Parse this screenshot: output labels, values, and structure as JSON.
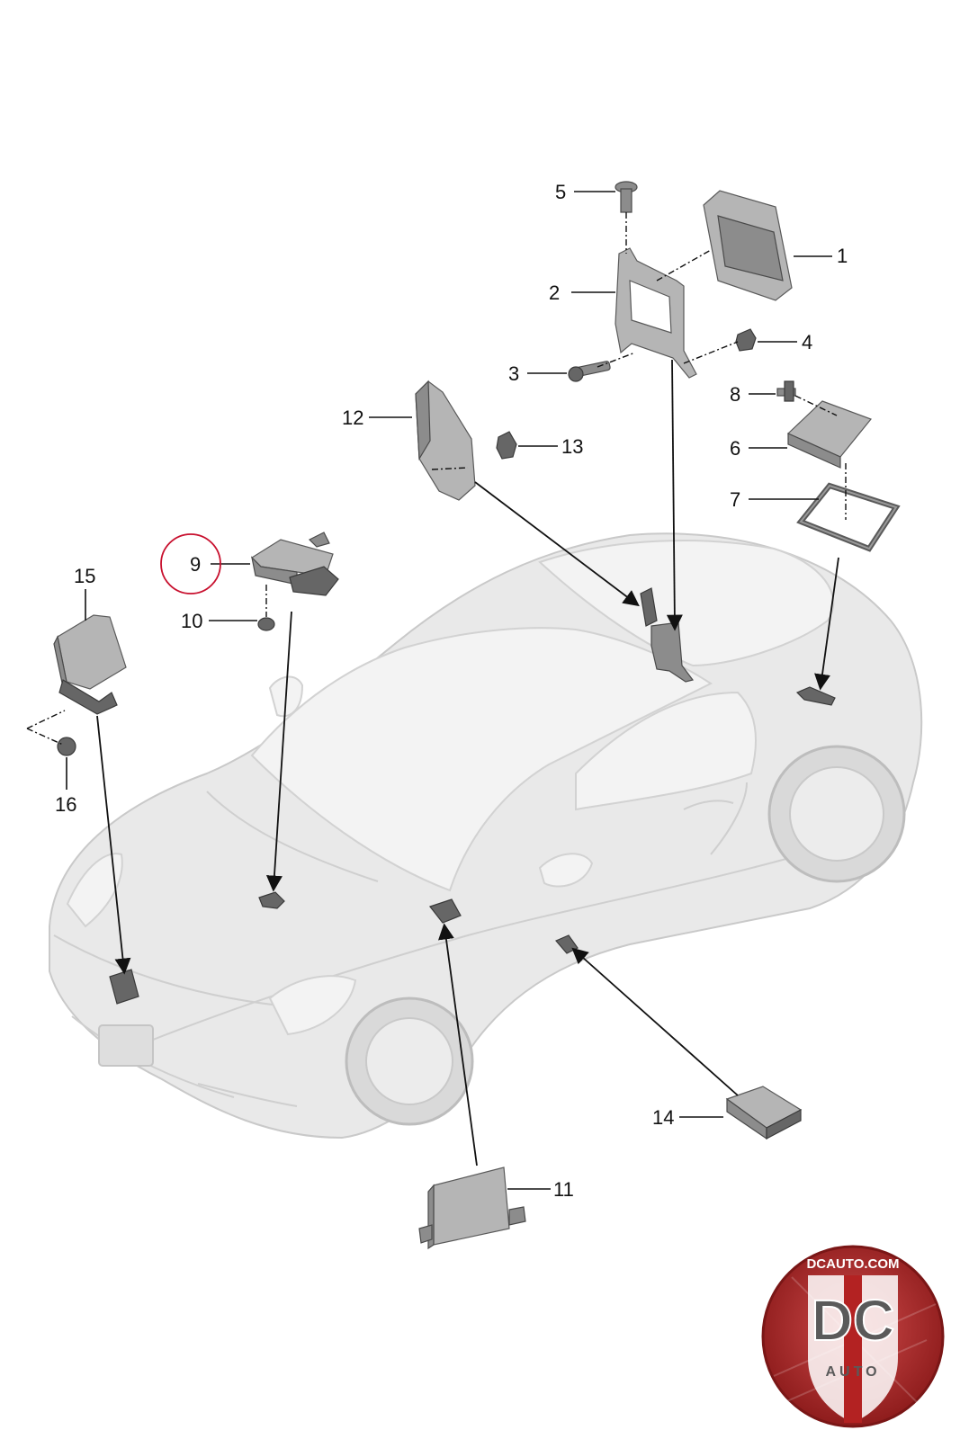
{
  "diagram": {
    "callouts": [
      "1",
      "2",
      "3",
      "4",
      "5",
      "6",
      "7",
      "8",
      "9",
      "10",
      "11",
      "12",
      "13",
      "14",
      "15",
      "16"
    ],
    "highlighted_callout": "9",
    "highlight_color": "#c8102e"
  },
  "logo": {
    "website": "DCAUTO.COM",
    "monogram": "DC",
    "wordmark": "AUTO",
    "colors": {
      "red": "#b32222",
      "grey": "#5a5a5a"
    }
  }
}
